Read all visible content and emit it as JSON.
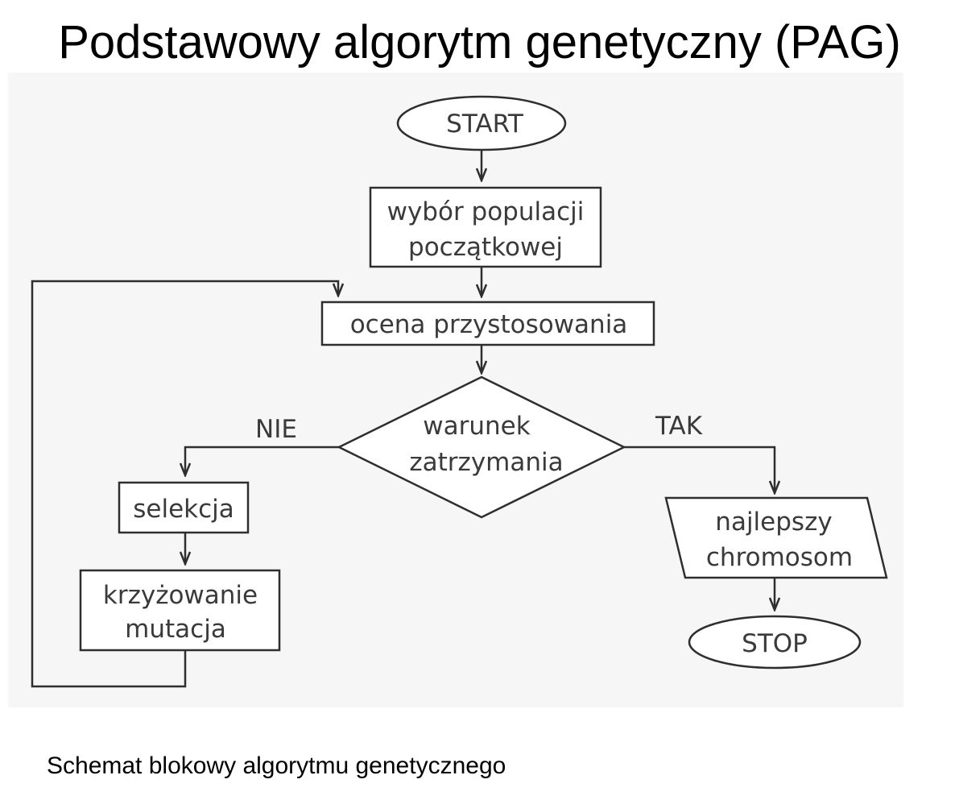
{
  "title": "Podstawowy algorytm genetyczny (PAG)",
  "caption": "Schemat blokowy algorytmu genetycznego",
  "nodes": {
    "start": "START",
    "init_line1": "wybór populacji",
    "init_line2": "początkowej",
    "evaluate": "ocena przystosowania",
    "condition_line1": "warunek",
    "condition_line2": "zatrzymania",
    "selection": "selekcja",
    "crossover_line1": "krzyżowanie",
    "crossover_line2": "mutacja",
    "best_line1": "najlepszy",
    "best_line2": "chromosom",
    "stop": "STOP"
  },
  "edges": {
    "no_label": "NIE",
    "yes_label": "TAK"
  }
}
